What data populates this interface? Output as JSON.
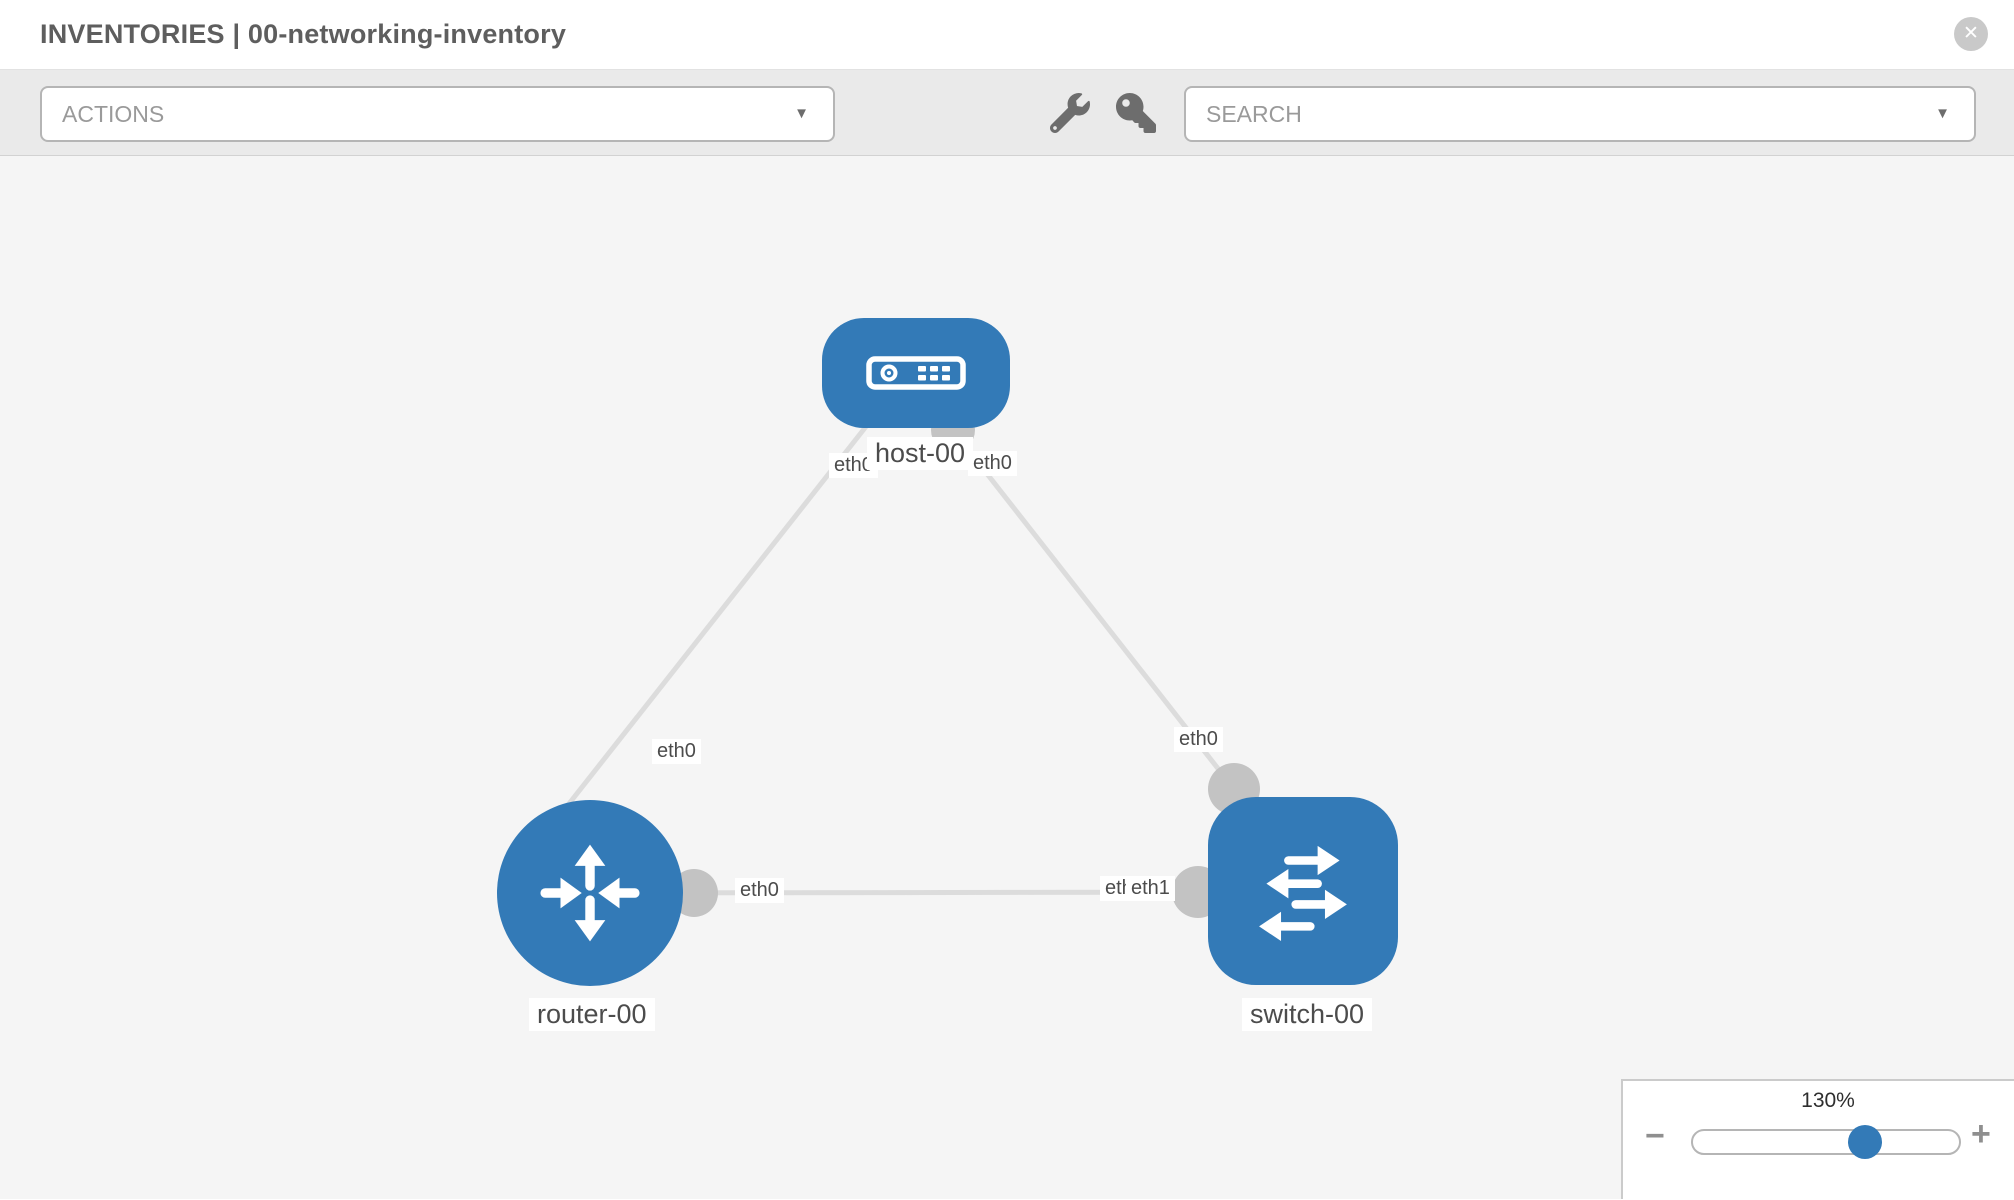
{
  "header": {
    "title": "INVENTORIES | 00-networking-inventory",
    "close_icon": "✕"
  },
  "toolbar": {
    "actions_label": "ACTIONS",
    "search_label": "SEARCH",
    "caret": "▼",
    "icons": [
      "wrench-icon",
      "key-icon"
    ]
  },
  "topology": {
    "nodes": [
      {
        "id": "host-00",
        "type": "host",
        "label": "host-00"
      },
      {
        "id": "router-00",
        "type": "router",
        "label": "router-00"
      },
      {
        "id": "switch-00",
        "type": "switch",
        "label": "switch-00"
      }
    ],
    "links": [
      {
        "source": "host-00",
        "target": "router-00",
        "source_interface": "eth0",
        "target_interface": "eth0"
      },
      {
        "source": "host-00",
        "target": "switch-00",
        "source_interface": "eth0",
        "target_interface": "eth0"
      },
      {
        "source": "router-00",
        "target": "switch-00",
        "source_interface": "eth0",
        "target_interface": "eth1",
        "occluded_duplicate_label": "eth1"
      }
    ]
  },
  "zoom_control": {
    "level": "130%",
    "minus": "−",
    "plus": "+"
  },
  "colors": {
    "node_blue": "#337ab7",
    "link_gray": "#dcdcdc",
    "connector_gray": "#c3c3c3",
    "canvas_bg": "#f5f5f5",
    "toolbar_bg": "#eaeaea",
    "label_text": "#4c4c4c"
  }
}
